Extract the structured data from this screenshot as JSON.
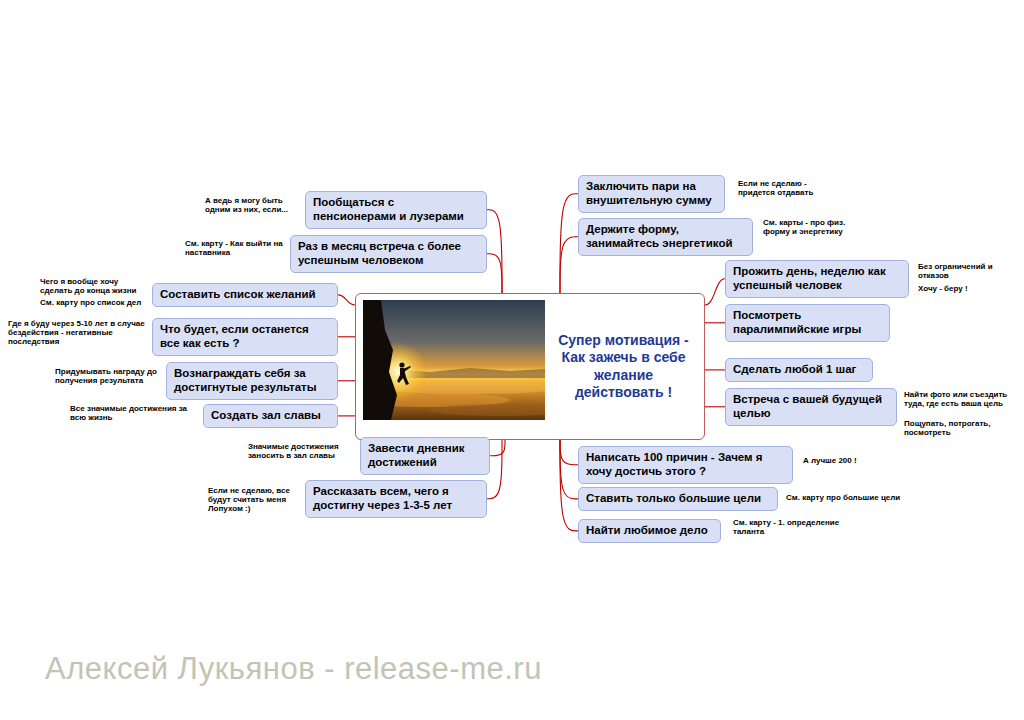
{
  "diagram": {
    "nodes": [
      {
        "text": [
          "Супер мотивация - Как зажечь в себе желание действовать !"
        ]
      },
      {
        "text": [
          "Заключить пари на внушительную сумму"
        ]
      },
      {
        "text": [
          "Держите форму, занимайтесь энергетикой"
        ]
      },
      {
        "text": [
          "Прожить день, неделю как успешный человек"
        ]
      },
      {
        "text": [
          "Посмотреть паралимпийские игры"
        ]
      },
      {
        "text": [
          "Сделать любой 1 шаг"
        ]
      },
      {
        "text": [
          "Встреча с вашей будущей целью"
        ]
      },
      {
        "text": [
          "Написать 100 причин - Зачем я хочу достичь этого ?"
        ]
      },
      {
        "text": [
          "Ставить только большие цели"
        ]
      },
      {
        "text": [
          "Найти любимое дело"
        ]
      },
      {
        "text": [
          "Пообщаться с пенсионерами и лузерами"
        ]
      },
      {
        "text": [
          "Раз в месяц встреча с более успешным человеком"
        ]
      },
      {
        "text": [
          "Составить список желаний"
        ]
      },
      {
        "text": [
          "Что будет, если останется все как есть ?"
        ]
      },
      {
        "text": [
          "Вознаграждать себя за достигнутые результаты"
        ]
      },
      {
        "text": [
          "Создать зал славы"
        ]
      },
      {
        "text": [
          "Завести дневник достижений"
        ]
      },
      {
        "text": [
          "Рассказать всем, чего я достигну через 1-3-5 лет"
        ]
      }
    ],
    "edges": [
      {
        "from": 0,
        "to": 1,
        "arrow": "none"
      },
      {
        "from": 0,
        "to": 2,
        "arrow": "none"
      },
      {
        "from": 0,
        "to": 3,
        "arrow": "none"
      },
      {
        "from": 0,
        "to": 4,
        "arrow": "none"
      },
      {
        "from": 0,
        "to": 5,
        "arrow": "none"
      },
      {
        "from": 0,
        "to": 6,
        "arrow": "none"
      },
      {
        "from": 0,
        "to": 7,
        "arrow": "none"
      },
      {
        "from": 0,
        "to": 8,
        "arrow": "none"
      },
      {
        "from": 0,
        "to": 9,
        "arrow": "none"
      },
      {
        "from": 0,
        "to": 10,
        "arrow": "none"
      },
      {
        "from": 0,
        "to": 11,
        "arrow": "none"
      },
      {
        "from": 0,
        "to": 12,
        "arrow": "none"
      },
      {
        "from": 0,
        "to": 13,
        "arrow": "none"
      },
      {
        "from": 0,
        "to": 14,
        "arrow": "none"
      },
      {
        "from": 0,
        "to": 15,
        "arrow": "none"
      },
      {
        "from": 0,
        "to": 16,
        "arrow": "none"
      },
      {
        "from": 0,
        "to": 17,
        "arrow": "none"
      }
    ],
    "labels": [
      "Если не сделаю - придется отдавать",
      "См. карты - про физ. форму и энергетику",
      "Без ограничений и отказов",
      "Хочу - беру !",
      "Найти фото или съездить туда, где есть ваша цель",
      "Пощупать, потрогать, посмотреть",
      "А лучше 200 !",
      "См. карту про большие цели",
      "См. карту - 1. определение таланта",
      "А ведь я могу быть одним из них, если...",
      "См. карту - Как выйти на наставника",
      "Чего я вообще хочу сделать до конца жизни",
      "См. карту про список дел",
      "Где я буду через 5-10 лет в случае бездействия - негативные последствия",
      "Придумывать награду до получения результата",
      "Все значимые достижения за всю жизнь",
      "Значимые достижения заносить в зал славы",
      "Если не сделаю, все будут считать меня Лопухом :)",
      "Алексей Лукьянов - release-me.ru"
    ]
  }
}
